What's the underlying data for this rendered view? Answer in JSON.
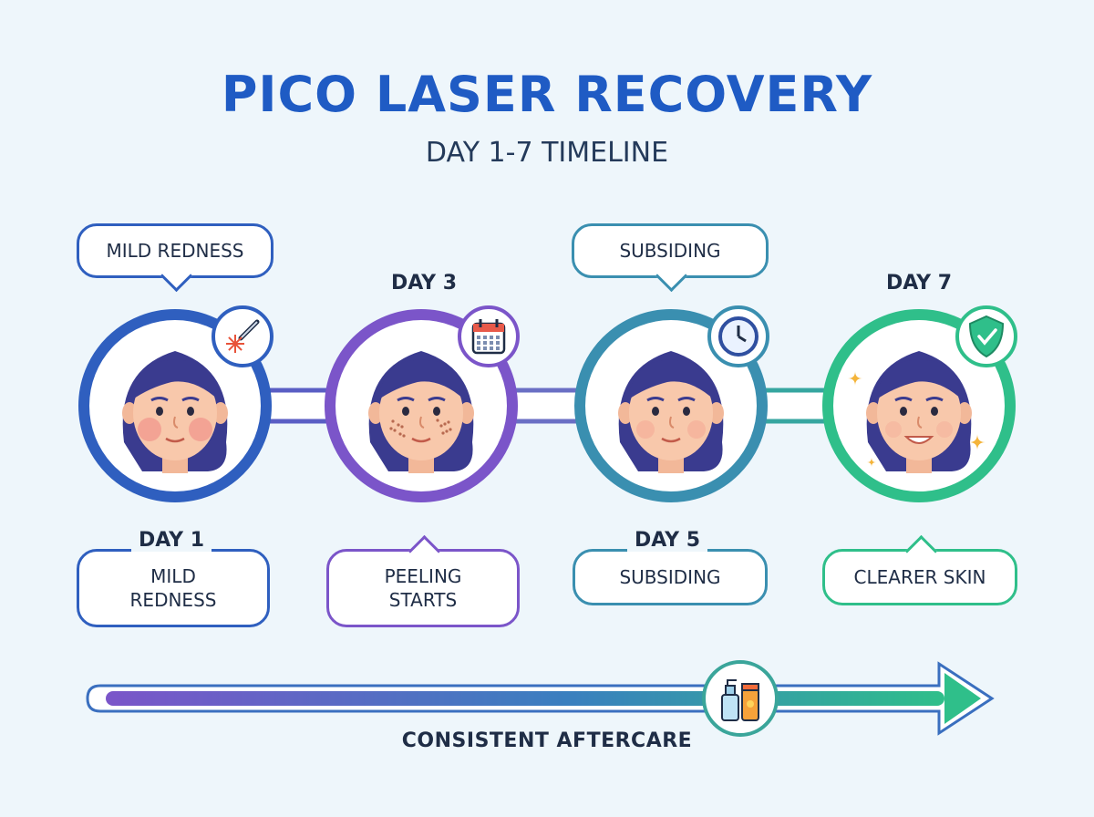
{
  "header": {
    "title": "PICO LASER RECOVERY",
    "subtitle": "DAY 1-7 TIMELINE"
  },
  "stages": [
    {
      "day": "DAY 1",
      "top_bubble": "MILD REDNESS",
      "bottom_lines": [
        "MILD",
        "REDNESS"
      ],
      "icon": "laser-icon",
      "color": "#2f5fbf"
    },
    {
      "day": "DAY 3",
      "bottom_lines": [
        "PEELING",
        "STARTS"
      ],
      "icon": "calendar-icon",
      "color": "#7b55c9"
    },
    {
      "day": "DAY 5",
      "top_bubble": "SUBSIDING",
      "bottom_lines": [
        "SUBSIDING"
      ],
      "icon": "clock-icon",
      "color": "#3a8fb0"
    },
    {
      "day": "DAY 7",
      "bottom_lines": [
        "CLEARER SKIN"
      ],
      "icon": "shield-check-icon",
      "color": "#2fbf8a"
    }
  ],
  "footer": {
    "label": "CONSISTENT AFTERCARE",
    "icon": "skincare-products-icon",
    "gradient": [
      "#7b55c9",
      "#2f7fbf",
      "#2fbf8a"
    ]
  }
}
